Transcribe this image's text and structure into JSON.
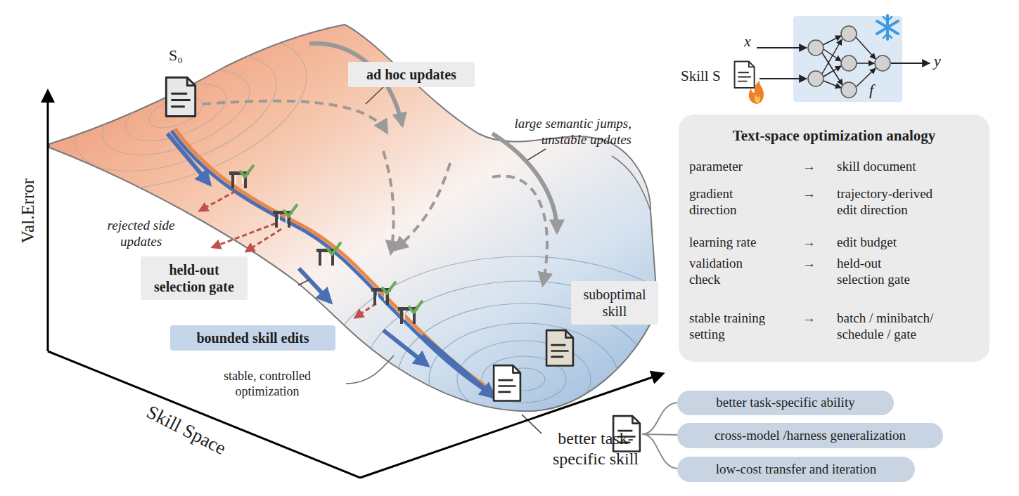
{
  "diagram": {
    "nodes": [
      {
        "text": [
          "ad hoc updates"
        ]
      },
      {
        "text": [
          "f"
        ]
      },
      {
        "text": [
          "Text-space optimization analogy",
          "parameter",
          "→",
          "skill document",
          "gradient direction",
          "→",
          "trajectory-derived edit direction",
          "learning rate",
          "→",
          "edit budget",
          "validation check",
          "→",
          "held-out selection gate",
          "stable training setting",
          "→",
          "batch / minibatch/ schedule / gate"
        ]
      },
      {
        "text": [
          "held-out selection gate"
        ]
      },
      {
        "text": [
          "suboptimal skill"
        ]
      },
      {
        "text": [
          "bounded skill edits"
        ]
      },
      {
        "text": [
          "better task-specific ability"
        ]
      },
      {
        "text": [
          "cross-model /harness generalization"
        ]
      },
      {
        "text": [
          "low-cost transfer and iteration"
        ]
      }
    ],
    "labels": [
      "S₀",
      "Val.Error",
      "large semantic jumps, unstable updates",
      "x",
      "Skill S",
      "y",
      "rejected side updates",
      "stable, controlled optimization",
      "Skill Space",
      "better task-specific skill"
    ]
  }
}
